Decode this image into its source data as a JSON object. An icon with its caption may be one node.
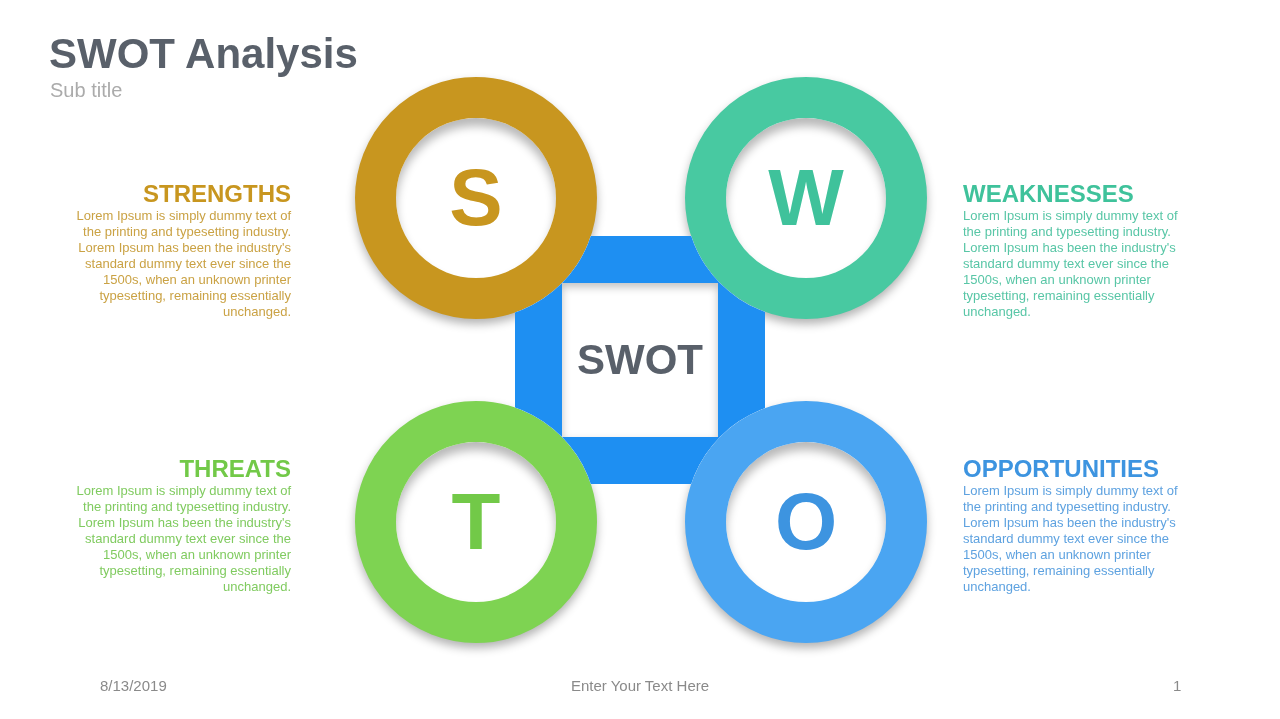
{
  "diagram": {
    "title": "SWOT Analysis",
    "nodes": [
      {
        "text": [
          "S"
        ],
        "beside": [
          "STRENGTHS",
          "Lorem Ipsum is simply dummy text of the printing and typesetting industry. Lorem Ipsum has been the industry's standard dummy text ever since the 1500s, when an unknown printer typesetting, remaining essentially unchanged."
        ]
      },
      {
        "text": [
          "W"
        ],
        "beside": [
          "WEAKNESSES",
          "Lorem Ipsum is simply dummy text of the printing and typesetting industry. Lorem Ipsum has been the industry's standard dummy text ever since the 1500s, when an unknown printer typesetting, remaining essentially unchanged."
        ]
      },
      {
        "text": [
          "SWOT"
        ]
      },
      {
        "text": [
          "T"
        ],
        "beside": [
          "THREATS",
          "Lorem Ipsum is simply dummy text of the printing and typesetting industry. Lorem Ipsum has been the industry's standard dummy text ever since the 1500s, when an unknown printer typesetting, remaining essentially unchanged."
        ]
      },
      {
        "text": [
          "O"
        ],
        "beside": [
          "OPPORTUNITIES",
          "Lorem Ipsum is simply dummy text of the printing and typesetting industry. Lorem Ipsum has been the industry's standard dummy text ever since the 1500s, when an unknown printer typesetting, remaining essentially unchanged."
        ]
      }
    ],
    "labels": [
      "Sub title",
      "8/13/2019",
      "Enter Your Text Here",
      "1"
    ]
  }
}
